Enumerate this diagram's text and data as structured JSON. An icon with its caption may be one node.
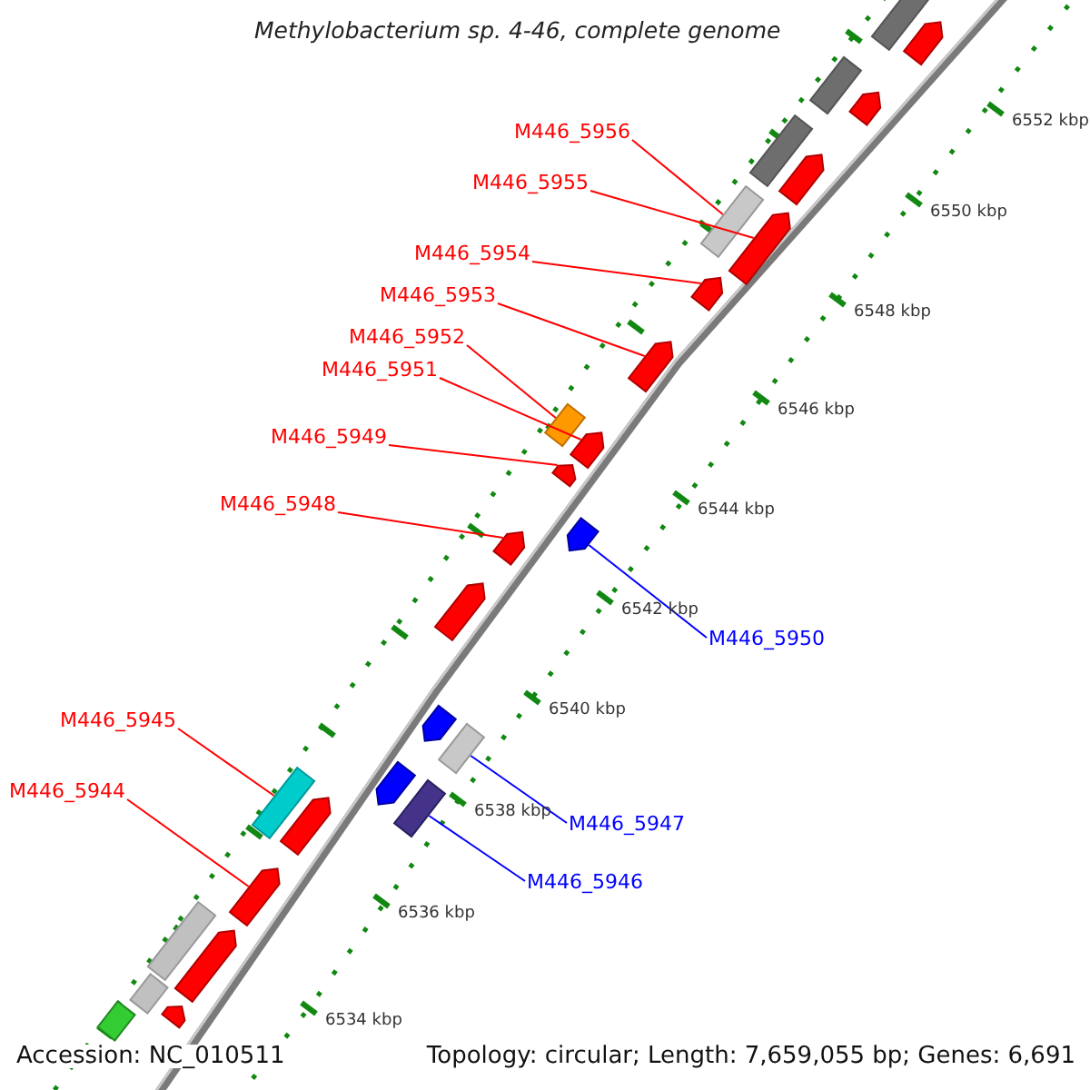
{
  "diagram": {
    "title": "Methylobacterium sp. 4-46, complete genome",
    "nodes": [
      {
        "text": [
          "M446_5956"
        ]
      },
      {
        "text": [],
        "shape": "box"
      },
      {
        "text": [
          "M446_5955"
        ]
      },
      {
        "text": [],
        "shape": "arrow"
      },
      {
        "text": [
          "M446_5954"
        ]
      },
      {
        "text": [],
        "shape": "arrow"
      },
      {
        "text": [
          "M446_5953"
        ]
      },
      {
        "text": [],
        "shape": "arrow"
      },
      {
        "text": [
          "M446_5952"
        ]
      },
      {
        "text": [],
        "shape": "box"
      },
      {
        "text": [
          "M446_5951"
        ]
      },
      {
        "text": [],
        "shape": "arrow"
      },
      {
        "text": [
          "M446_5949"
        ]
      },
      {
        "text": [],
        "shape": "arrow"
      },
      {
        "text": [
          "M446_5948"
        ]
      },
      {
        "text": [],
        "shape": "arrow"
      },
      {
        "text": [
          "M446_5950"
        ]
      },
      {
        "text": [],
        "shape": "arrow"
      },
      {
        "text": [
          "M446_5945"
        ]
      },
      {
        "text": [],
        "shape": "box"
      },
      {
        "text": [
          "M446_5944"
        ]
      },
      {
        "text": [],
        "shape": "arrow"
      },
      {
        "text": [
          "M446_5947"
        ]
      },
      {
        "text": [],
        "shape": "box"
      },
      {
        "text": [
          "M446_5946"
        ]
      },
      {
        "text": [],
        "shape": "box"
      },
      {
        "text": [],
        "shape": "box"
      },
      {
        "text": [],
        "shape": "arrow"
      },
      {
        "text": [],
        "shape": "arrow"
      },
      {
        "text": [],
        "shape": "box"
      },
      {
        "text": [],
        "shape": "arrow"
      },
      {
        "text": [],
        "shape": "box"
      },
      {
        "text": [],
        "shape": "arrow"
      },
      {
        "text": [],
        "shape": "arrow"
      },
      {
        "text": [],
        "shape": "arrow"
      },
      {
        "text": [],
        "shape": "arrow"
      },
      {
        "text": [],
        "shape": "box"
      },
      {
        "text": [],
        "shape": "arrow"
      },
      {
        "text": [],
        "shape": "box"
      },
      {
        "text": [],
        "shape": "arrow"
      },
      {
        "text": [],
        "shape": "box"
      }
    ],
    "edges": [
      {
        "from": 0,
        "to": 1,
        "arrow": "none"
      },
      {
        "from": 2,
        "to": 3,
        "arrow": "none"
      },
      {
        "from": 4,
        "to": 5,
        "arrow": "none"
      },
      {
        "from": 6,
        "to": 7,
        "arrow": "none"
      },
      {
        "from": 8,
        "to": 9,
        "arrow": "none"
      },
      {
        "from": 10,
        "to": 11,
        "arrow": "none"
      },
      {
        "from": 12,
        "to": 13,
        "arrow": "none"
      },
      {
        "from": 14,
        "to": 15,
        "arrow": "none"
      },
      {
        "from": 16,
        "to": 17,
        "arrow": "none",
        "color": "#0000ff"
      },
      {
        "from": 18,
        "to": 19,
        "arrow": "none"
      },
      {
        "from": 20,
        "to": 21,
        "arrow": "none"
      },
      {
        "from": 22,
        "to": 23,
        "arrow": "none",
        "color": "#0000ff"
      },
      {
        "from": 24,
        "to": 25,
        "arrow": "none",
        "color": "#0000ff"
      }
    ],
    "labels": [
      "6552 kbp",
      "6550 kbp",
      "6548 kbp",
      "6546 kbp",
      "6544 kbp",
      "6542 kbp",
      "6540 kbp",
      "6538 kbp",
      "6536 kbp",
      "6534 kbp",
      "Accession: NC_010511",
      "Topology: circular; Length: 7,659,055 bp; Genes: 6,691"
    ]
  }
}
